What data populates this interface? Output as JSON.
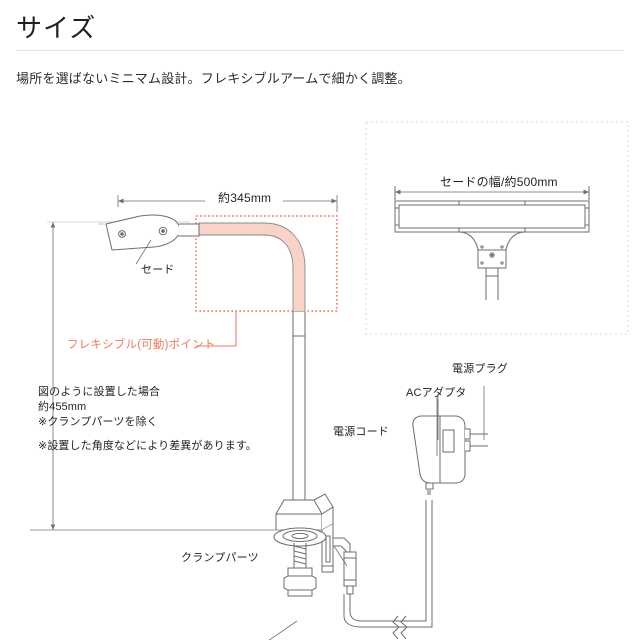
{
  "header": {
    "title": "サイズ",
    "subtitle": "場所を選ばないミニマム設計。フレキシブルアームで細かく調整。"
  },
  "diagram": {
    "side_view": {
      "arm_dimension": "約345mm",
      "shade_label": "セード",
      "flexible_point_label": "フレキシブル(可動)ポイント",
      "clamp_label": "クランプパーツ",
      "height_notes": [
        "図のように設置した場合",
        "約455mm",
        "※クランプパーツを除く",
        "※設置した角度などにより差異があります。"
      ]
    },
    "front_view": {
      "width_dimension": "セードの幅/約500mm"
    },
    "power": {
      "cord_label": "電源コード",
      "adapter_label": "ACアダプタ",
      "plug_label": "電源プラグ"
    }
  },
  "colors": {
    "accent_salmon": "#ef7b62",
    "arm_fill": "#f9d2c8",
    "line_gray": "#6d6e71",
    "rule_gray": "#e3e3e3",
    "text_dark": "#231f20"
  }
}
